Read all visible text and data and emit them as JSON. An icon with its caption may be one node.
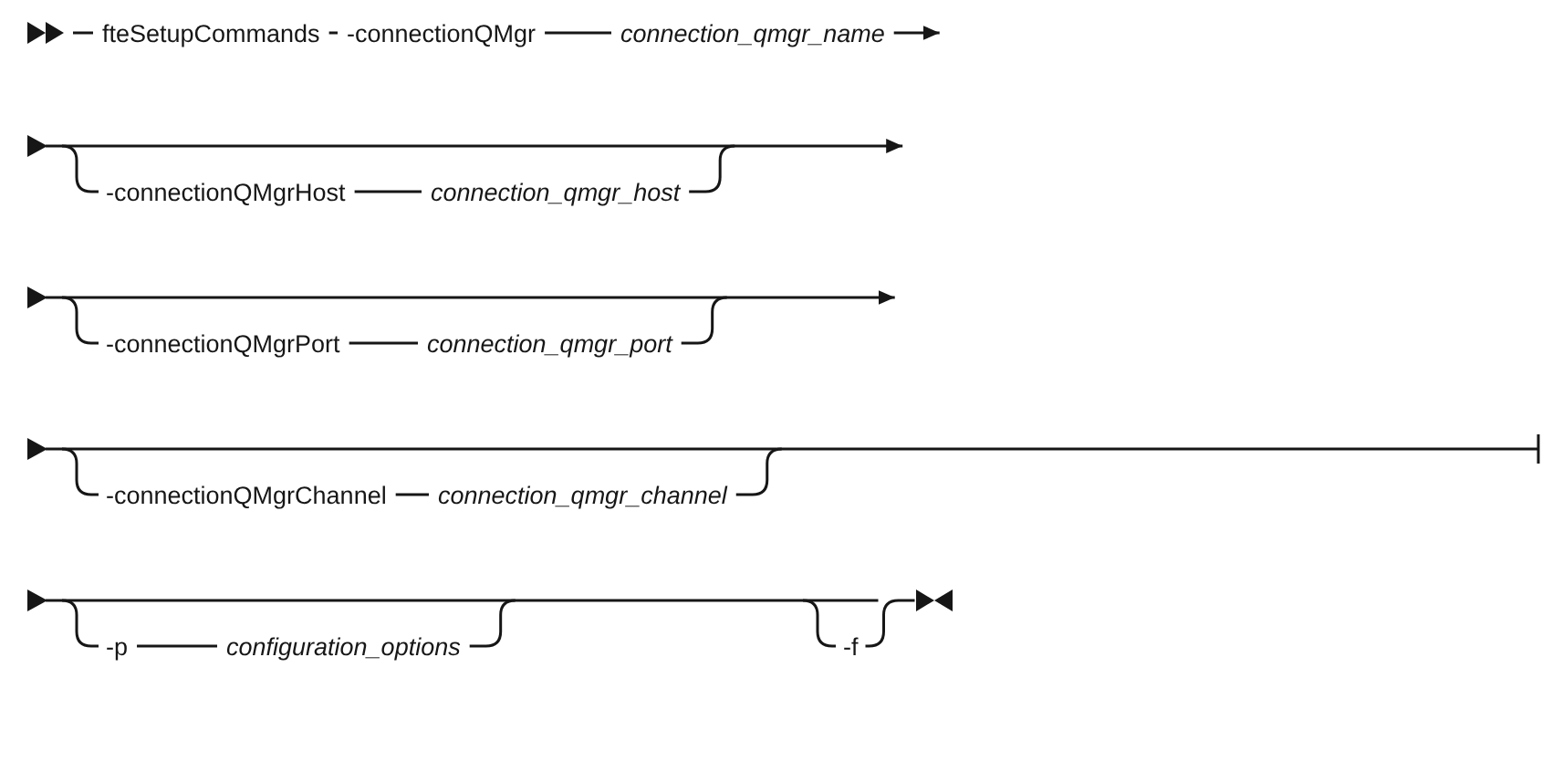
{
  "diagram": {
    "nodes": [
      {
        "text": [],
        "shape": "triangle"
      },
      {
        "text": [
          "fteSetupCommands"
        ]
      },
      {
        "text": [
          "-connectionQMgr"
        ]
      },
      {
        "text": [
          "connection_qmgr_name"
        ]
      },
      {
        "text": [
          "-connectionQMgrHost"
        ]
      },
      {
        "text": [
          "connection_qmgr_host"
        ]
      },
      {
        "text": [
          "-connectionQMgrPort"
        ]
      },
      {
        "text": [
          "connection_qmgr_port"
        ]
      },
      {
        "text": [
          "-connectionQMgrChannel"
        ]
      },
      {
        "text": [
          "connection_qmgr_channel"
        ]
      },
      {
        "text": [
          "-p"
        ]
      },
      {
        "text": [
          "configuration_options"
        ]
      },
      {
        "text": [
          "-f"
        ]
      },
      {
        "text": [],
        "shape": "triangle"
      }
    ],
    "edges": [
      {
        "from": 0,
        "to": 1,
        "arrow": "none"
      },
      {
        "from": 1,
        "to": 2,
        "arrow": "none"
      },
      {
        "from": 2,
        "to": 3,
        "arrow": "none"
      },
      {
        "from": 3,
        "to": null,
        "arrow": "to"
      },
      {
        "from": null,
        "to": 4,
        "arrow": "none"
      },
      {
        "from": 4,
        "to": 5,
        "arrow": "none"
      },
      {
        "from": 5,
        "to": null,
        "arrow": "none"
      },
      {
        "from": null,
        "to": 6,
        "arrow": "none"
      },
      {
        "from": 6,
        "to": 7,
        "arrow": "none"
      },
      {
        "from": 7,
        "to": null,
        "arrow": "none"
      },
      {
        "from": null,
        "to": 8,
        "arrow": "none"
      },
      {
        "from": 8,
        "to": 9,
        "arrow": "none"
      },
      {
        "from": 9,
        "to": null,
        "arrow": "none"
      },
      {
        "from": null,
        "to": 10,
        "arrow": "none"
      },
      {
        "from": 10,
        "to": 11,
        "arrow": "none"
      },
      {
        "from": 11,
        "to": null,
        "arrow": "none"
      },
      {
        "from": null,
        "to": 12,
        "arrow": "none"
      },
      {
        "from": 12,
        "to": 13,
        "arrow": "none"
      }
    ]
  }
}
